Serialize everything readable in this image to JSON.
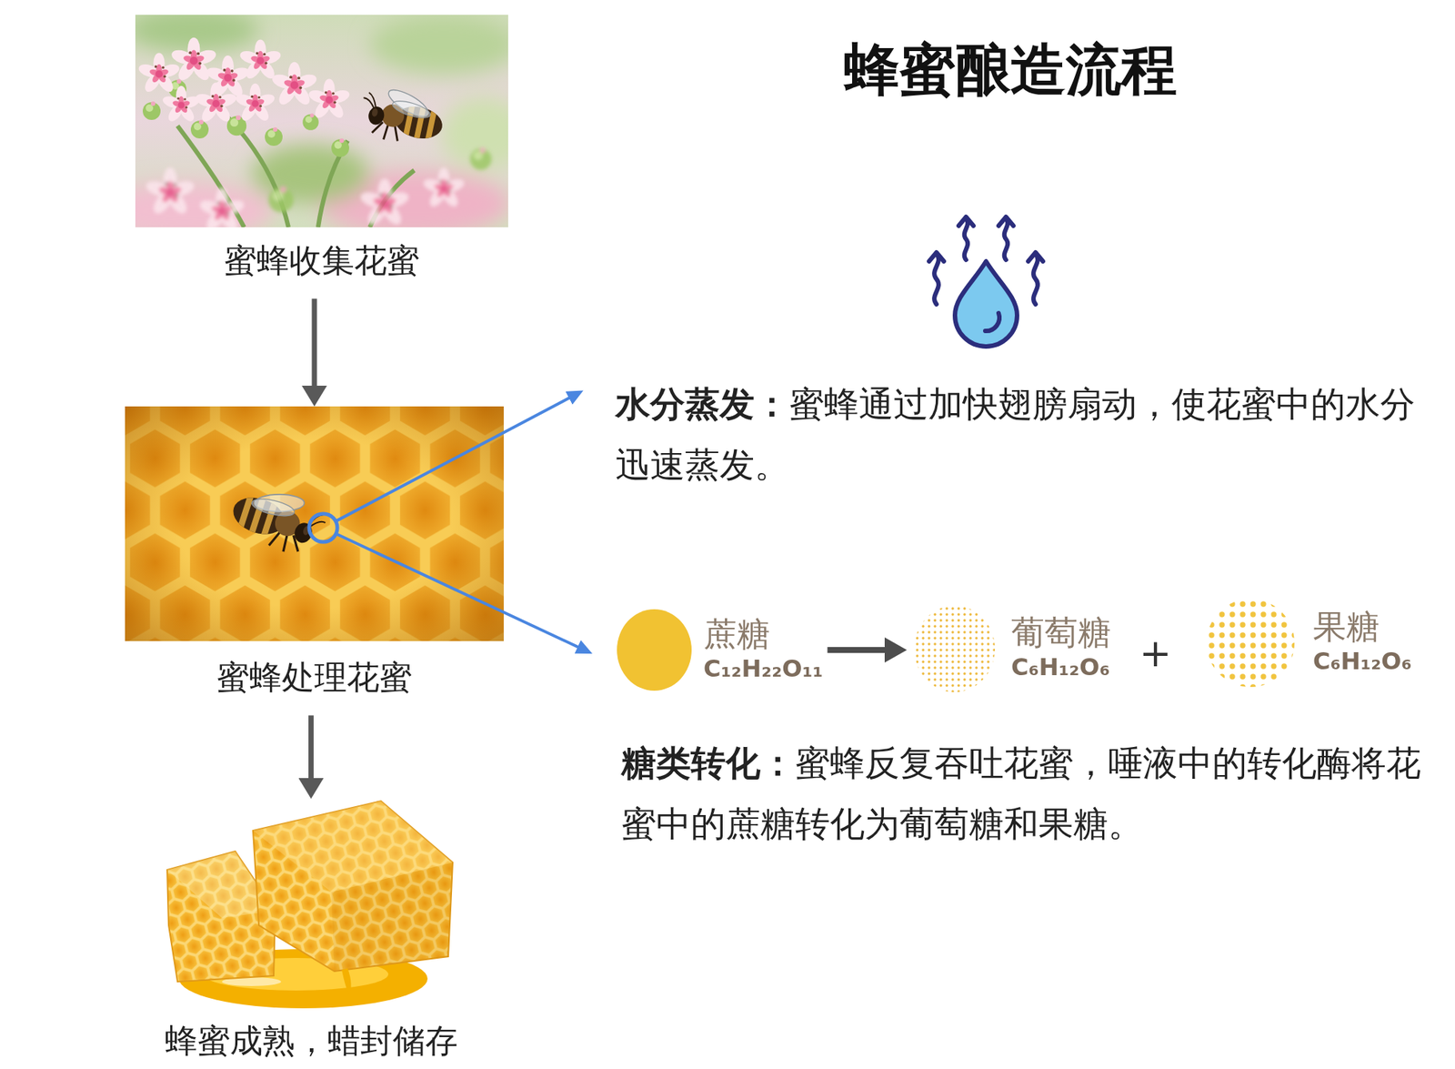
{
  "diagram": {
    "title": "蜂蜜酿造流程",
    "nodes": [
      {
        "text": [
          "蜜蜂收集花蜜"
        ]
      },
      {
        "text": [
          "蜜蜂处理花蜜"
        ]
      },
      {
        "text": [
          "蜂蜜成熟，蜡封储存"
        ]
      },
      {
        "text": [
          "水分蒸发：",
          "蜜蜂通过加快翅膀扇动，使花蜜中的水分迅速蒸发。"
        ]
      },
      {
        "text": [
          "蔗糖",
          "C₁₂H₂₂O₁₁"
        ]
      },
      {
        "text": [
          "葡萄糖",
          "C₆H₁₂O₆"
        ]
      },
      {
        "text": [
          "果糖",
          "C₆H₁₂O₆"
        ]
      }
    ],
    "edges": [
      {
        "from": 0,
        "to": 1,
        "arrow": "to"
      },
      {
        "from": 1,
        "to": 2,
        "arrow": "to"
      },
      {
        "from": 1,
        "to": 3,
        "arrow": "to"
      },
      {
        "from": 1,
        "to": 4,
        "arrow": "to"
      },
      {
        "from": 4,
        "to": 5,
        "arrow": "to"
      }
    ],
    "labels": [
      "+",
      "糖类转化：",
      "蜜蜂反复吞吐花蜜，唾液中的转化酶将花蜜中的蔗糖转化为葡萄糖和果糖。"
    ]
  }
}
